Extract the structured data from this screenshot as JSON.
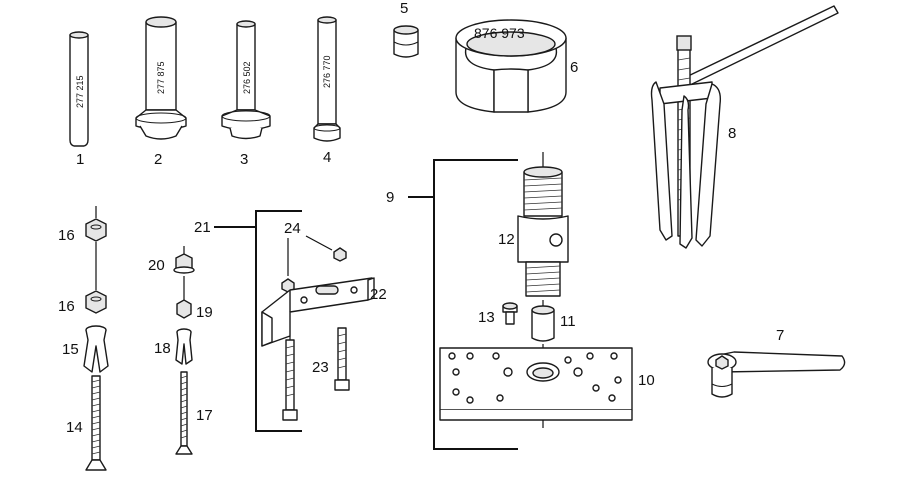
{
  "callouts": {
    "c1": "1",
    "c2": "2",
    "c3": "3",
    "c4": "4",
    "c5": "5",
    "c6": "6",
    "c7": "7",
    "c8": "8",
    "c9": "9",
    "c10": "10",
    "c11": "11",
    "c12": "12",
    "c13": "13",
    "c14": "14",
    "c15": "15",
    "c16a": "16",
    "c16b": "16",
    "c17": "17",
    "c18": "18",
    "c19": "19",
    "c20": "20",
    "c21": "21",
    "c22": "22",
    "c23": "23",
    "c24": "24"
  },
  "part_numbers": {
    "p1": "277 215",
    "p2": "277 875",
    "p3": "276 502",
    "p4": "276 770",
    "p6": "876 973"
  },
  "colors": {
    "line": "#1a1a1a",
    "shade": "#e6e6e6",
    "background": "#ffffff"
  }
}
